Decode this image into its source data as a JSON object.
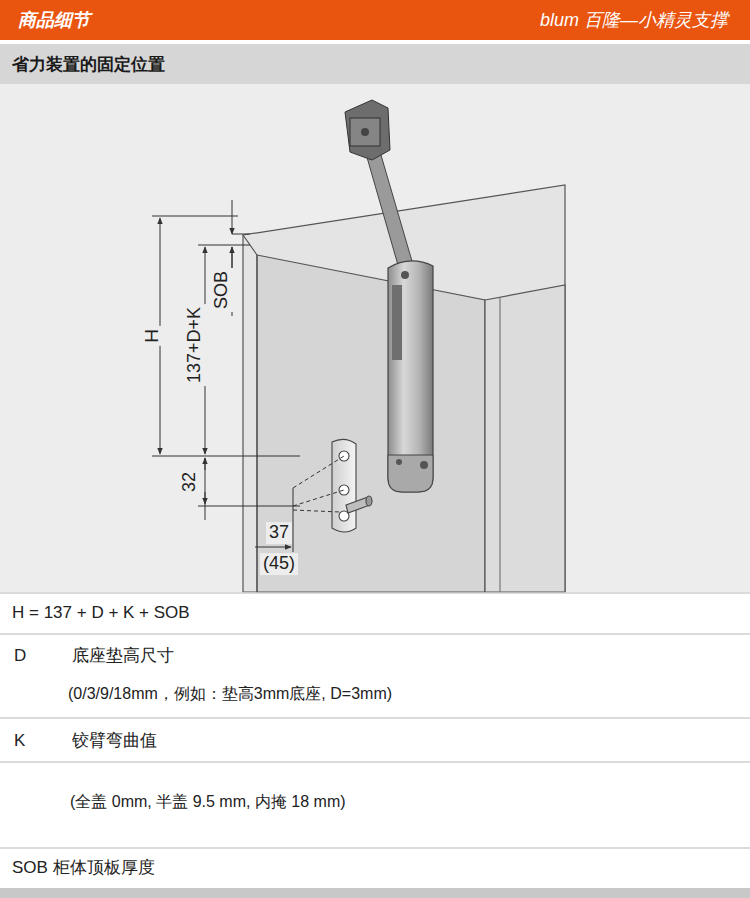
{
  "diagram": {
    "nodes": [
      {
        "text": [
          "商品细节",
          "blum 百隆—小精灵支撑"
        ]
      },
      {
        "text": [
          "省力装置的固定位置"
        ]
      }
    ],
    "labels": [
      "H",
      "137+D+K",
      "SOB",
      "32",
      "37",
      "(45)",
      "H = 137 + D + K + SOB",
      "D",
      "底座垫高尺寸",
      "(0/3/9/18mm，例如：垫高3mm底座, D=3mm)",
      "K",
      "铰臂弯曲值",
      "(全盖 0mm, 半盖 9.5 mm, 内掩 18 mm)",
      "SOB 柜体顶板厚度"
    ]
  }
}
